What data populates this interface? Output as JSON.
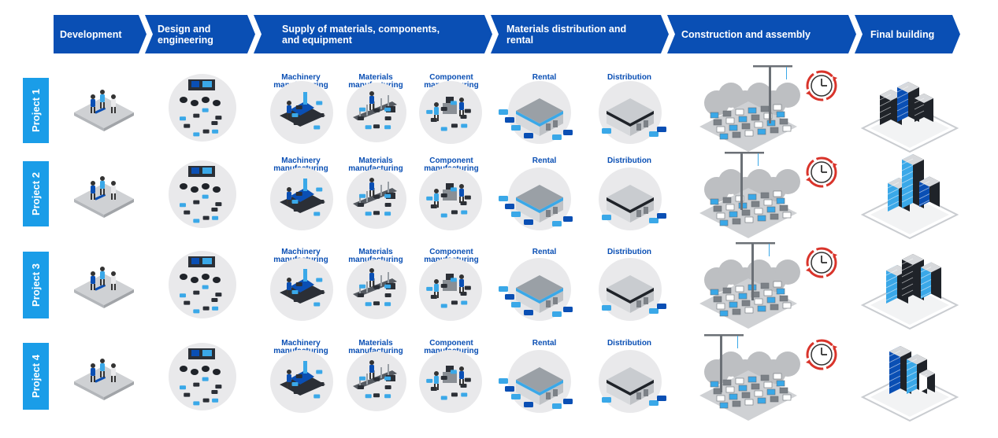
{
  "phases": [
    {
      "label": "Development"
    },
    {
      "label": "Design and engineering"
    },
    {
      "label": "Supply of materials, components, and equipment"
    },
    {
      "label": "Materials distribution and rental"
    },
    {
      "label": "Construction and assembly"
    },
    {
      "label": "Final building"
    }
  ],
  "projects": [
    {
      "label": "Project 1"
    },
    {
      "label": "Project 2"
    },
    {
      "label": "Project 3"
    },
    {
      "label": "Project 4"
    }
  ],
  "captions": {
    "machinery": "Machinery manufacturing",
    "materials": "Materials manufacturing",
    "component": "Component manufacturing",
    "rental": "Rental",
    "distribution": "Distribution"
  },
  "colors": {
    "header_blue": "#0a4fb4",
    "project_blue": "#1a9de8",
    "accent_light_blue": "#3aa8e8",
    "clock_red": "#d9342b",
    "ground_gray": "#cfd1d4"
  },
  "icons": {
    "clock": "clock-icon"
  }
}
